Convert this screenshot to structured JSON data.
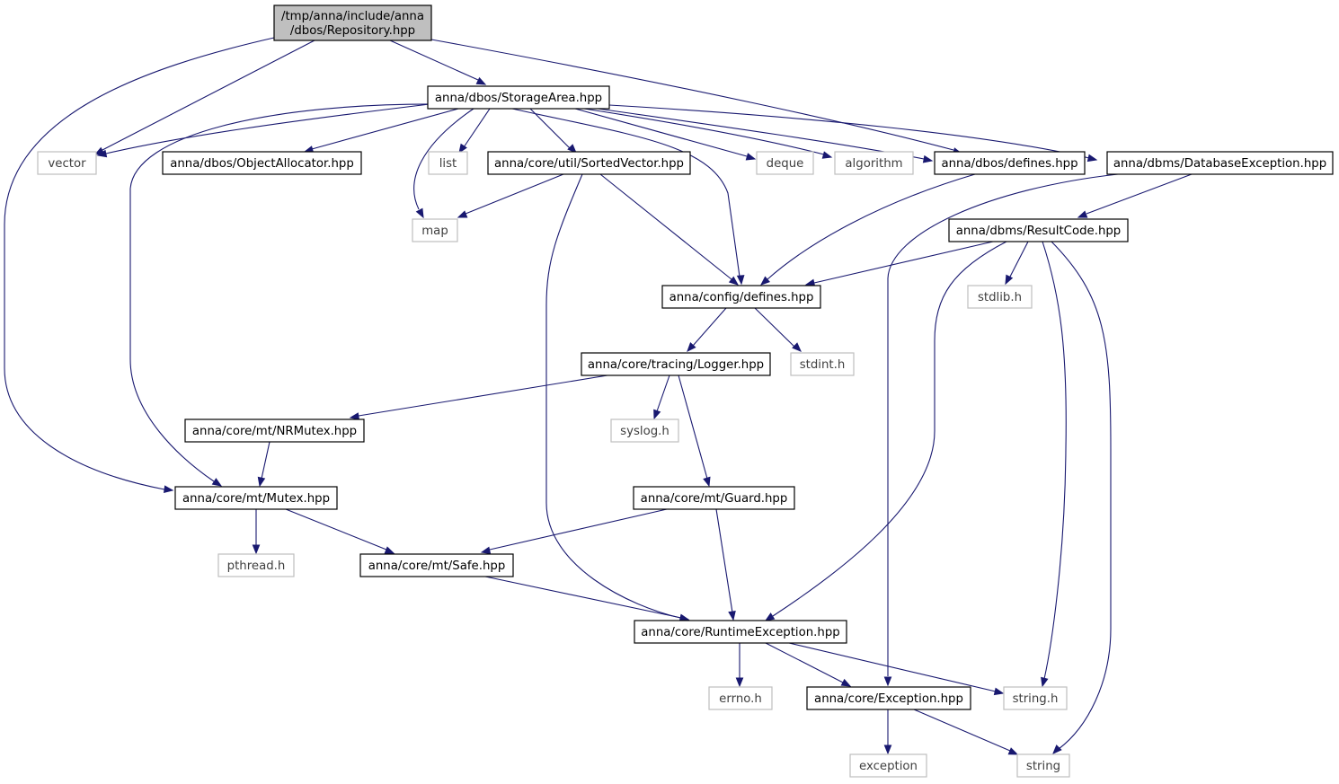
{
  "diagram": {
    "colors": {
      "edge": "#191970",
      "root_fill": "#bfbfbf",
      "node_border": "#000000",
      "system_border": "#bfbfbf",
      "system_text": "#404040"
    },
    "nodes": {
      "repository": {
        "lines": [
          "/tmp/anna/include/anna",
          "/dbos/Repository.hpp"
        ],
        "kind": "root"
      },
      "storagearea": {
        "lines": [
          "anna/dbos/StorageArea.hpp"
        ],
        "kind": "project"
      },
      "vector": {
        "lines": [
          "vector"
        ],
        "kind": "system"
      },
      "objectallocator": {
        "lines": [
          "anna/dbos/ObjectAllocator.hpp"
        ],
        "kind": "project"
      },
      "list": {
        "lines": [
          "list"
        ],
        "kind": "system"
      },
      "sortedvector": {
        "lines": [
          "anna/core/util/SortedVector.hpp"
        ],
        "kind": "project"
      },
      "deque": {
        "lines": [
          "deque"
        ],
        "kind": "system"
      },
      "algorithm": {
        "lines": [
          "algorithm"
        ],
        "kind": "system"
      },
      "dbosdefines": {
        "lines": [
          "anna/dbos/defines.hpp"
        ],
        "kind": "project"
      },
      "dbexception": {
        "lines": [
          "anna/dbms/DatabaseException.hpp"
        ],
        "kind": "project"
      },
      "map": {
        "lines": [
          "map"
        ],
        "kind": "system"
      },
      "resultcode": {
        "lines": [
          "anna/dbms/ResultCode.hpp"
        ],
        "kind": "project"
      },
      "configdefines": {
        "lines": [
          "anna/config/defines.hpp"
        ],
        "kind": "project"
      },
      "stdlib": {
        "lines": [
          "stdlib.h"
        ],
        "kind": "system"
      },
      "logger": {
        "lines": [
          "anna/core/tracing/Logger.hpp"
        ],
        "kind": "project"
      },
      "stdint": {
        "lines": [
          "stdint.h"
        ],
        "kind": "system"
      },
      "nrmutex": {
        "lines": [
          "anna/core/mt/NRMutex.hpp"
        ],
        "kind": "project"
      },
      "syslog": {
        "lines": [
          "syslog.h"
        ],
        "kind": "system"
      },
      "mutex": {
        "lines": [
          "anna/core/mt/Mutex.hpp"
        ],
        "kind": "project"
      },
      "guard": {
        "lines": [
          "anna/core/mt/Guard.hpp"
        ],
        "kind": "project"
      },
      "pthread": {
        "lines": [
          "pthread.h"
        ],
        "kind": "system"
      },
      "safe": {
        "lines": [
          "anna/core/mt/Safe.hpp"
        ],
        "kind": "project"
      },
      "runtimeexception": {
        "lines": [
          "anna/core/RuntimeException.hpp"
        ],
        "kind": "project"
      },
      "errno": {
        "lines": [
          "errno.h"
        ],
        "kind": "system"
      },
      "exception_hpp": {
        "lines": [
          "anna/core/Exception.hpp"
        ],
        "kind": "project"
      },
      "stringh": {
        "lines": [
          "string.h"
        ],
        "kind": "system"
      },
      "exception": {
        "lines": [
          "exception"
        ],
        "kind": "system"
      },
      "string": {
        "lines": [
          "string"
        ],
        "kind": "system"
      }
    }
  }
}
